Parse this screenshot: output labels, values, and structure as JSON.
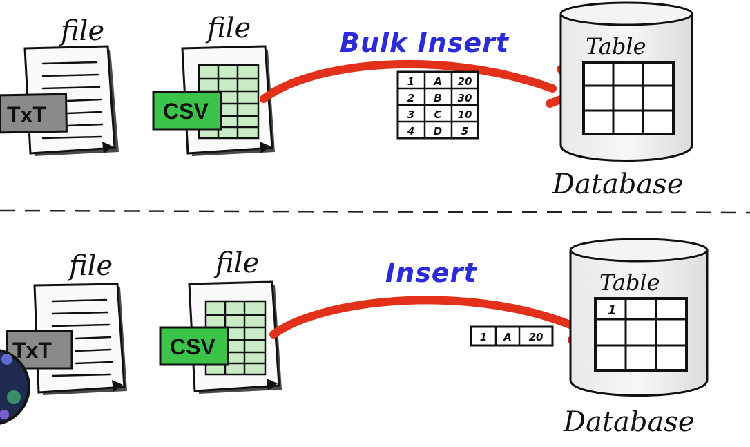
{
  "top": {
    "txt_file": {
      "caption": "file",
      "badge": "TxT"
    },
    "csv_file": {
      "caption": "file",
      "badge": "CSV"
    },
    "operation": "Bulk Insert",
    "rows": [
      [
        "1",
        "A",
        "20"
      ],
      [
        "2",
        "B",
        "30"
      ],
      [
        "3",
        "C",
        "10"
      ],
      [
        "4",
        "D",
        "5"
      ]
    ],
    "db_table_label": "Table",
    "db_label": "Database"
  },
  "bottom": {
    "txt_file": {
      "caption": "file",
      "badge": "TxT"
    },
    "csv_file": {
      "caption": "file",
      "badge": "CSV"
    },
    "operation": "Insert",
    "row": [
      "1",
      "A",
      "20"
    ],
    "db_cell": "1",
    "db_table_label": "Table",
    "db_label": "Database"
  },
  "colors": {
    "arrow": "#e2301b",
    "operation_text": "#2b2bd8",
    "csv_badge": "#3cc34a",
    "txt_badge": "#8a8a8a",
    "grid_fill": "#c9ecc6"
  }
}
